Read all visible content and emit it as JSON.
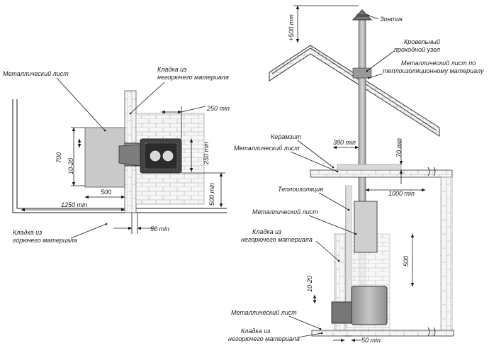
{
  "labels": {
    "metal_sheet_left": "Металлический лист",
    "nonflammable_left": "Кладка из\nнегорючего материала",
    "flammable_left": "Кладка из\nгорючего материала",
    "umbrella": "Зонтик",
    "roof_node": "Кровельный\nпроходной узел",
    "metal_on_insulation": "Металлический лист по\nтеплоизоляционному материалу",
    "keramzit": "Керамзит",
    "metal_sheet_ceiling": "Металлический лист",
    "insulation": "Теплоизоляция",
    "metal_sheet_right": "Металлический лист",
    "nonflammable_right": "Кладка из\nнегорючего материала",
    "metal_sheet_floor": "Металлический лист",
    "nonflammable_floor": "Кладка из\nнегорючего материала"
  },
  "dimensions": {
    "d250_min_top": "250 min",
    "d250_min_side": "250 min",
    "d700": "700",
    "d10_20_left": "10-20",
    "d500_left": "500",
    "d1250_min": "1250 min",
    "d500_min": "500 min",
    "d50_min_left": "50 min",
    "d500_min_roof": "+500 mm",
    "d380_min": "380 min",
    "d70_min": "70 min",
    "d1000_min": "1000 min",
    "d500_right": "500",
    "d10_20_right": "10-20",
    "d50_min_right": "50 min"
  },
  "icons": {
    "dimension_arrow": "arrow-head-icon",
    "leader_dot": "leader-dot-icon"
  }
}
